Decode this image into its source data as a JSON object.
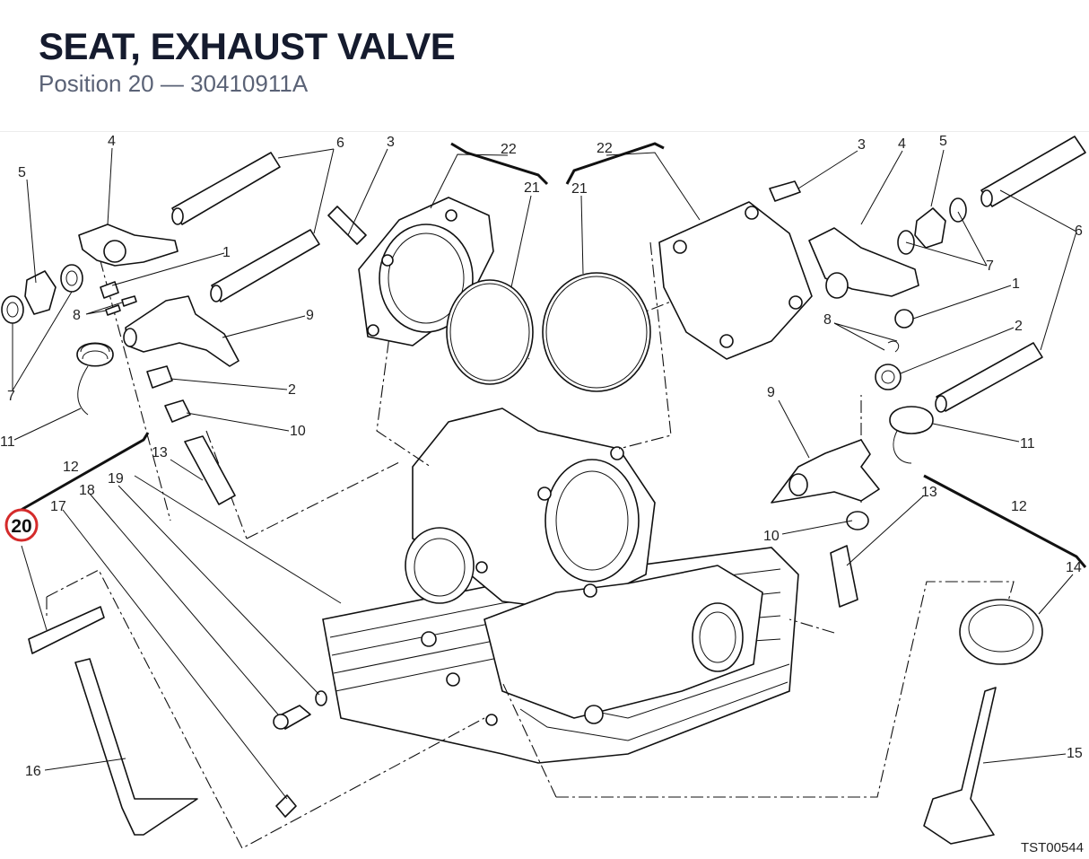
{
  "header": {
    "title": "SEAT, EXHAUST VALVE",
    "subtitle": "Position 20 — 30410911A"
  },
  "highlight": {
    "number": "20",
    "color": "#d42a2a"
  },
  "callouts": {
    "c1a": "1",
    "c1b": "1",
    "c2a": "2",
    "c2b": "2",
    "c3a": "3",
    "c3b": "3",
    "c4a": "4",
    "c4b": "4",
    "c5a": "5",
    "c5b": "5",
    "c6a": "6",
    "c6b": "6",
    "c7a": "7",
    "c7b": "7",
    "c8a": "8",
    "c8b": "8",
    "c9a": "9",
    "c9b": "9",
    "c10a": "10",
    "c10b": "10",
    "c11a": "11",
    "c11b": "11",
    "c12a": "12",
    "c12b": "12",
    "c13a": "13",
    "c13b": "13",
    "c14": "14",
    "c15": "15",
    "c16": "16",
    "c17": "17",
    "c18": "18",
    "c19": "19",
    "c21a": "21",
    "c21b": "21",
    "c22a": "22",
    "c22b": "22"
  },
  "drawing_code": "TST00544"
}
